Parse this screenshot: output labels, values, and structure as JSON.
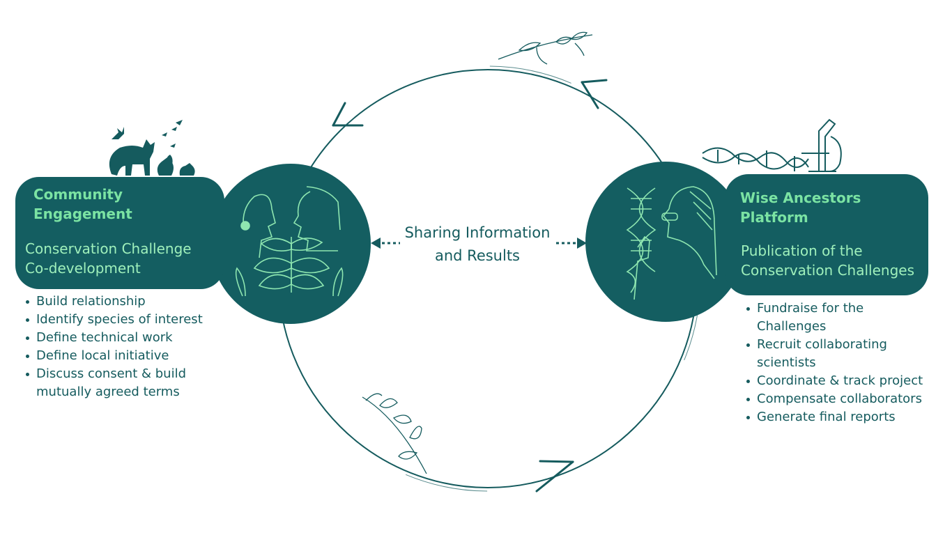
{
  "center": {
    "label_line1": "Sharing Information",
    "label_line2": "and Results"
  },
  "left": {
    "title_line1": "Community",
    "title_line2": "Engagement",
    "subtitle_line1": "Conservation Challenge",
    "subtitle_line2": "Co-development",
    "bullets": [
      "Build relationship",
      "Identify species of interest",
      "Define technical work",
      "Define local initiative",
      "Discuss consent & build",
      "mutually agreed terms"
    ]
  },
  "right": {
    "title_line1": "Wise Ancestors",
    "title_line2": "Platform",
    "subtitle_line1": "Publication of the",
    "subtitle_line2": "Conservation Challenges",
    "bullets": [
      "Fundraise for the",
      "Challenges",
      "Recruit collaborating",
      "scientists",
      "Coordinate & track project",
      "Compensate collaborators",
      "Generate final reports"
    ]
  },
  "icons": {
    "left_top": "fox-squirrel-birds-icon",
    "left_circle": "two-faces-with-plant-icon",
    "right_top": "dna-microscope-icon",
    "right_circle": "scientist-with-dna-icon",
    "cycle_decor": "leaf-branch-icon",
    "cycle_arrows": "arrowhead-icon"
  },
  "colors": {
    "panel": "#145e61",
    "title_green": "#7be3a3",
    "subtitle_green": "#9ff0bb",
    "text": "#155b5e",
    "line_art": "#8ee6b0"
  }
}
